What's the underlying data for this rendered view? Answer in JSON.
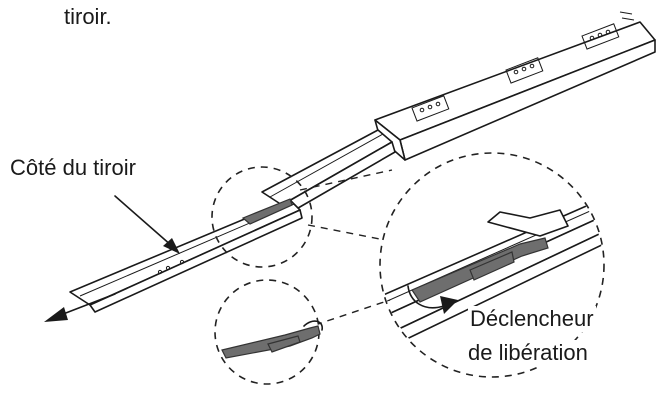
{
  "labels": {
    "top_fragment": "tiroir.",
    "drawer_side": "Côté du tiroir",
    "release_trigger_line1": "Déclencheur",
    "release_trigger_line2": "de libération"
  },
  "colors": {
    "ink": "#1a1a1a",
    "mechanism_gray": "#6e6e6e",
    "background": "#ffffff"
  },
  "icons": [
    "pull-arrow-icon",
    "rotation-arrow-icon"
  ]
}
